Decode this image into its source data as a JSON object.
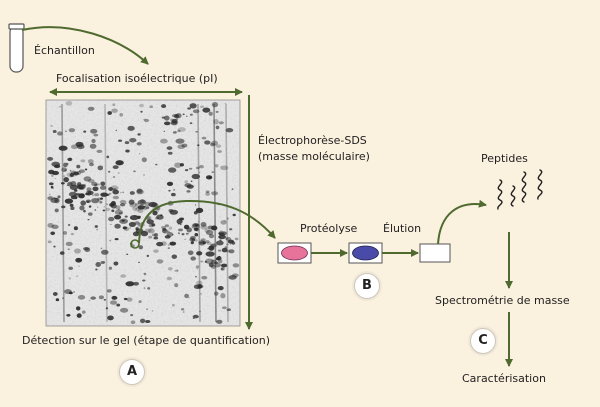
{
  "labels": {
    "sample": "Échantillon",
    "ief": "Focalisation isoélectrique (pI)",
    "sds_line1": "Électrophorèse-SDS",
    "sds_line2": "(masse moléculaire)",
    "detection": "Détection sur le gel (étape de quantification)",
    "proteolysis": "Protéolyse",
    "elution": "Élution",
    "peptides": "Peptides",
    "mass_spec": "Spectrométrie de masse",
    "characterization": "Caractérisation"
  },
  "badges": {
    "a": "A",
    "b": "B",
    "c": "C"
  },
  "colors": {
    "background": "#fbf1df",
    "arrow": "#4f6a2e",
    "gel_background": "#e9e9e9",
    "gel_spot": "#2a2a2a",
    "proteolysis_fill": "#e8739a",
    "elution_fill": "#4a4aa8",
    "badge_fill": "#ffffff"
  },
  "icons": [
    "test-tube-icon",
    "gel-image",
    "peptide-squiggle-icon"
  ]
}
